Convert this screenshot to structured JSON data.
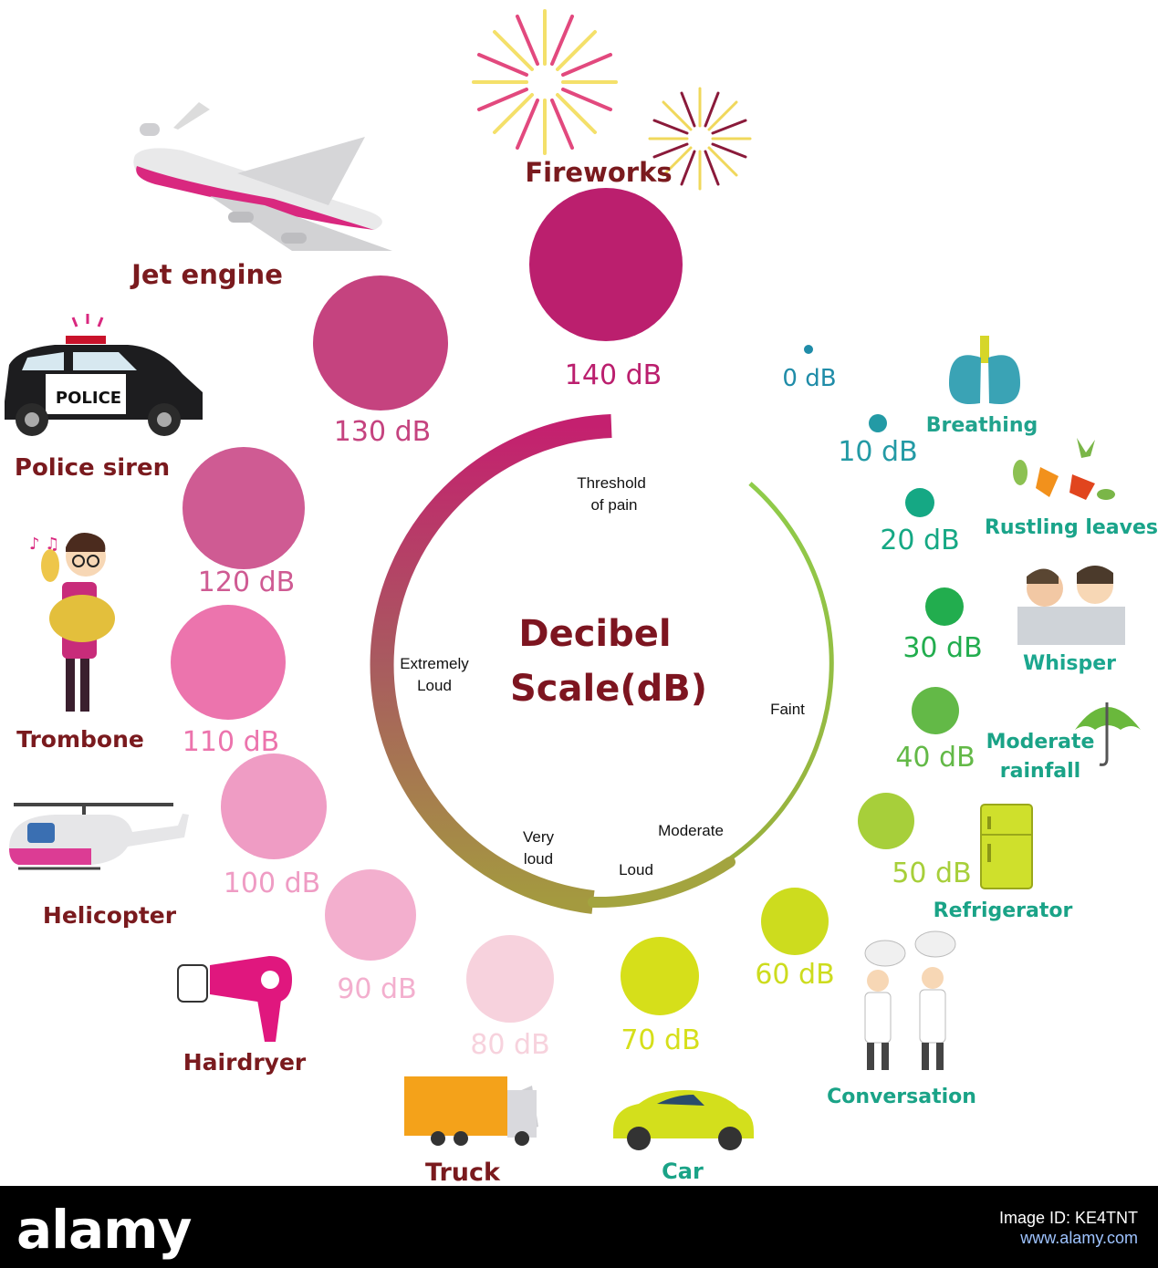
{
  "title": {
    "line1": "Decibel",
    "line2": "Scale(dB)"
  },
  "ring_labels": [
    {
      "text": "Threshold",
      "text2": "of pain"
    },
    {
      "text": "Extremely",
      "text2": "Loud"
    },
    {
      "text": "Faint",
      "text2": ""
    },
    {
      "text": "Moderate",
      "text2": ""
    },
    {
      "text": "Very",
      "text2": "loud"
    },
    {
      "text": "Loud",
      "text2": ""
    }
  ],
  "levels": [
    {
      "db": 0,
      "label": "0 dB",
      "color": "#1f8ca8"
    },
    {
      "db": 10,
      "label": "10 dB",
      "color": "#239aa5"
    },
    {
      "db": 20,
      "label": "20 dB",
      "color": "#15a884"
    },
    {
      "db": 30,
      "label": "30 dB",
      "color": "#22ad4e"
    },
    {
      "db": 40,
      "label": "40 dB",
      "color": "#63b947"
    },
    {
      "db": 50,
      "label": "50 dB",
      "color": "#a7cf3a"
    },
    {
      "db": 60,
      "label": "60 dB",
      "color": "#cddc1e"
    },
    {
      "db": 70,
      "label": "70 dB",
      "color": "#d6df1a"
    },
    {
      "db": 80,
      "label": "80 dB",
      "color": "#f7d2dd"
    },
    {
      "db": 90,
      "label": "90 dB",
      "color": "#f3afce"
    },
    {
      "db": 100,
      "label": "100 dB",
      "color": "#ef9cc4"
    },
    {
      "db": 110,
      "label": "110 dB",
      "color": "#ec74ad"
    },
    {
      "db": 120,
      "label": "120 dB",
      "color": "#cf5b93"
    },
    {
      "db": 130,
      "label": "130 dB",
      "color": "#c5437f"
    },
    {
      "db": 140,
      "label": "140 dB",
      "color": "#bb1f6e"
    }
  ],
  "sources": [
    {
      "text": "Breathing",
      "color": "#21a38d"
    },
    {
      "text": "Rustling  leaves",
      "color": "#1aa48a"
    },
    {
      "text": "Whisper",
      "color": "#1ca78f"
    },
    {
      "text": "Moderate",
      "text2": "rainfall",
      "color": "#1aa387"
    },
    {
      "text": "Refrigerator",
      "color": "#1aa387"
    },
    {
      "text": "Conversation",
      "color": "#1aa387"
    },
    {
      "text": "Car",
      "color": "#1aa387"
    },
    {
      "text": "Truck",
      "color": "#7a1a1e"
    },
    {
      "text": "Hairdryer",
      "color": "#7a1a1e"
    },
    {
      "text": "Helicopter",
      "color": "#7a1a1e"
    },
    {
      "text": "Trombone",
      "color": "#7a1a1e"
    },
    {
      "text": "Police  siren",
      "color": "#7a1a1e"
    },
    {
      "text": "Jet  engine",
      "color": "#7a1a1e"
    },
    {
      "text": "Fireworks",
      "color": "#7a1a1e"
    }
  ],
  "police_sign": "POLICE",
  "footer": {
    "logo": "alamy",
    "image_id": "Image ID: KE4TNT",
    "url": "www.alamy.com"
  }
}
